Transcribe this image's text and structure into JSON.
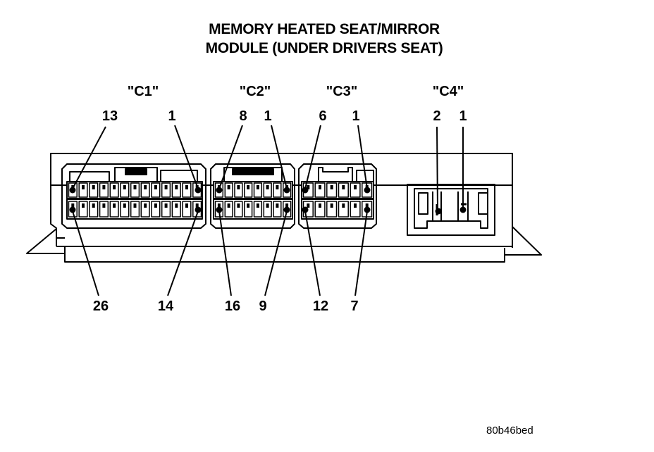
{
  "title": {
    "line1": "MEMORY HEATED SEAT/MIRROR",
    "line2": "MODULE  (UNDER DRIVERS SEAT)"
  },
  "connectors": [
    {
      "name": "\"C1\"",
      "top_left_pin": "13",
      "top_right_pin": "1",
      "bottom_left_pin": "26",
      "bottom_right_pin": "14"
    },
    {
      "name": "\"C2\"",
      "top_left_pin": "8",
      "top_right_pin": "1",
      "bottom_left_pin": "16",
      "bottom_right_pin": "9"
    },
    {
      "name": "\"C3\"",
      "top_left_pin": "6",
      "top_right_pin": "1",
      "bottom_left_pin": "12",
      "bottom_right_pin": "7"
    },
    {
      "name": "\"C4\"",
      "top_left_pin": "2",
      "top_right_pin": "1"
    }
  ],
  "figure_code": "80b46bed"
}
